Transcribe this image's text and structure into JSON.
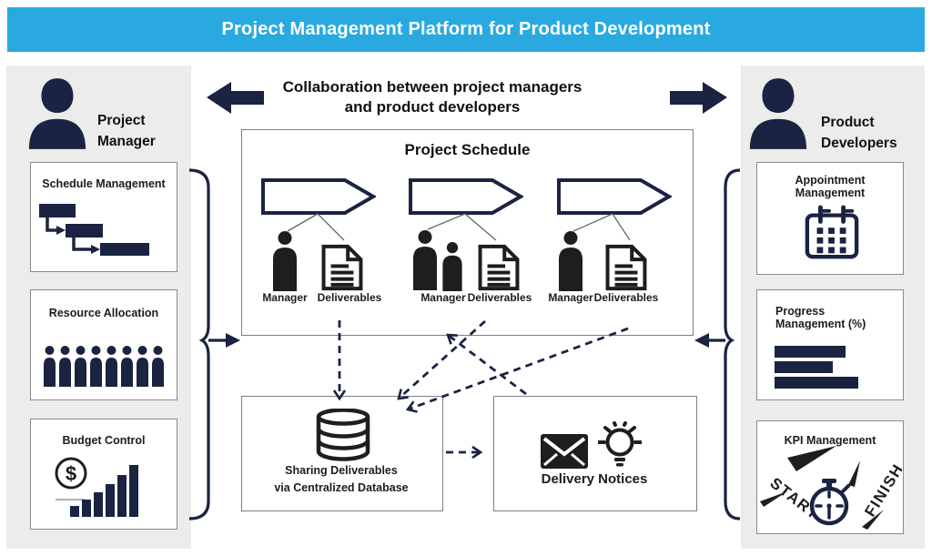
{
  "header": {
    "title": "Project Management Platform for Product Development"
  },
  "collaboration": {
    "line1": "Collaboration between project managers",
    "line2": "and product developers",
    "left_arrow_icon": "block-arrow-left",
    "right_arrow_icon": "block-arrow-right"
  },
  "left_panel": {
    "persona_icon": "person-bust-icon",
    "persona_label": [
      "Project",
      "Manager"
    ],
    "boxes": [
      {
        "title": "Schedule Management",
        "icon": "gantt-chart-icon"
      },
      {
        "title": "Resource Allocation",
        "icon": "people-row-icon"
      },
      {
        "title": "Budget Control",
        "icon": "dollar-coin-bar-chart-icon",
        "currency": "$"
      }
    ]
  },
  "right_panel": {
    "persona_icon": "person-bust-icon",
    "persona_label": [
      "Product",
      "Developers"
    ],
    "boxes": [
      {
        "title_line1": "Appointment",
        "title_line2": "Management",
        "icon": "calendar-icon"
      },
      {
        "title_line1": "Progress",
        "title_line2": "Management (%)",
        "icon": "progress-bars-icon"
      },
      {
        "title": "KPI Management",
        "icon": "stopwatch-icon",
        "start_label": "START",
        "finish_label": "FINISH"
      }
    ]
  },
  "schedule": {
    "title": "Project Schedule",
    "milestone_icon": "milestone-arrow-icon",
    "groups": [
      {
        "manager_label": "Manager",
        "deliverables_label": "Deliverables"
      },
      {
        "manager_label": "Manager",
        "deliverables_label": "Deliverables"
      },
      {
        "manager_label": "Manager",
        "deliverables_label": "Deliverables"
      }
    ]
  },
  "database_box": {
    "icon": "database-icon",
    "line1": "Sharing Deliverables",
    "line2": "via Centralized Database"
  },
  "delivery_box": {
    "icons": [
      "envelope-icon",
      "lightbulb-icon"
    ],
    "label": "Delivery Notices"
  },
  "colors": {
    "accent": "#29a9e0",
    "navy": "#1b2342",
    "ink": "#1e1e1e",
    "panel": "#ececec"
  }
}
